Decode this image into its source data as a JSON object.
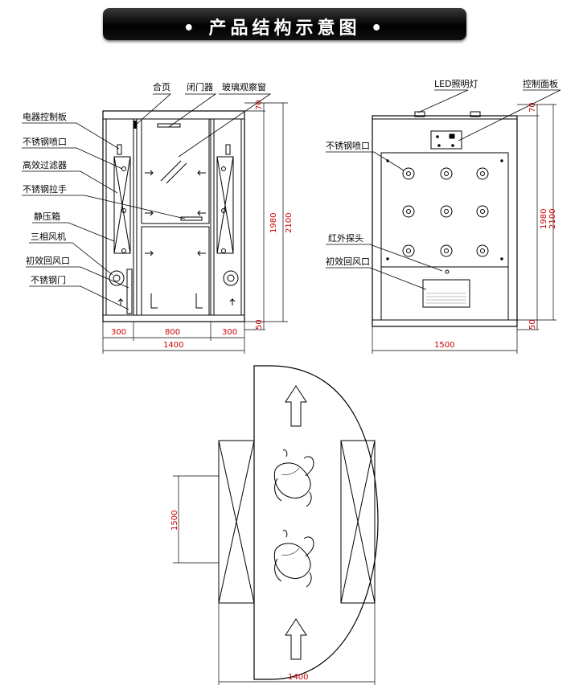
{
  "title": "• 产品结构示意图 •",
  "front_view": {
    "labels": {
      "hinge": "合页",
      "door_closer": "闭门器",
      "glass_window": "玻璃观察窗",
      "control_board": "电器控制板",
      "nozzle": "不锈钢喷口",
      "hepa_filter": "高效过滤器",
      "handle": "不锈钢拉手",
      "plenum_box": "静压箱",
      "fan": "三相风机",
      "return_air": "初效回风口",
      "door": "不锈钢门"
    },
    "dims": {
      "top": "70",
      "mid": "1980",
      "total": "2100",
      "bottom": "50",
      "left_side": "300",
      "center": "800",
      "right_side": "300",
      "width": "1400"
    }
  },
  "side_view": {
    "labels": {
      "led": "LED照明灯",
      "control_panel": "控制面板",
      "nozzle": "不锈钢喷口",
      "ir_sensor": "红外探头",
      "return_air": "初效回风口"
    },
    "dims": {
      "top": "70",
      "mid": "1980",
      "total": "2100",
      "bottom": "50",
      "width": "1500"
    }
  },
  "plan_view": {
    "dims": {
      "depth": "1500",
      "width": "1400"
    }
  }
}
